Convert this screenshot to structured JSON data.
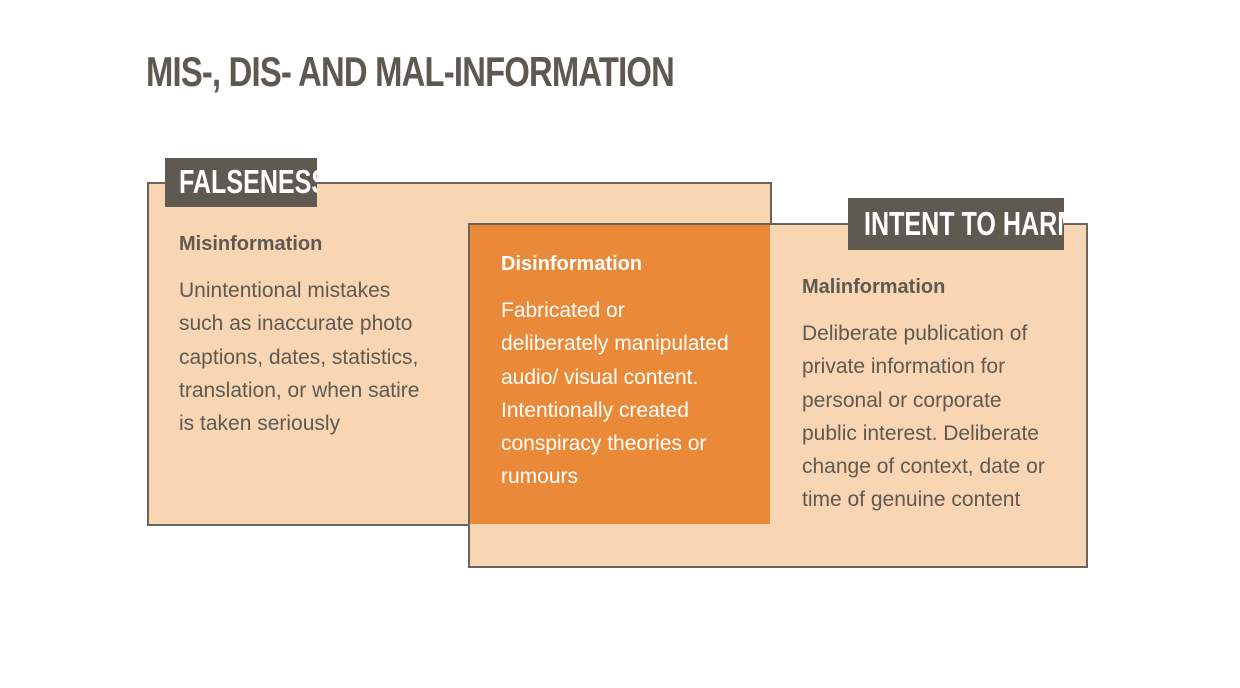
{
  "title": "MIS-, DIS- AND MAL-INFORMATION",
  "tags": {
    "falseness": "FALSENESS",
    "intent_to_harm": "INTENT TO HARM"
  },
  "sections": {
    "misinformation": {
      "heading": "Misinformation",
      "body": "Unintentional mistakes\nsuch as inaccurate photo\ncaptions, dates, statistics,\ntranslation, or when satire\nis taken seriously"
    },
    "disinformation": {
      "heading": "Disinformation",
      "body": "Fabricated or\ndeliberately manipulated\naudio/ visual content.\nIntentionally created\nconspiracy theories or\nrumours"
    },
    "malinformation": {
      "heading": "Malinformation",
      "body": "Deliberate publication of\nprivate information for\npersonal or corporate\npublic interest. Deliberate\nchange of context, date or\ntime of genuine content"
    }
  },
  "colors": {
    "light_fill": "#f8d5b3",
    "overlap_fill": "#ea8a38",
    "tag_fill": "#5f5a51",
    "border": "#6a645c",
    "text_dark": "#5e5a52"
  }
}
